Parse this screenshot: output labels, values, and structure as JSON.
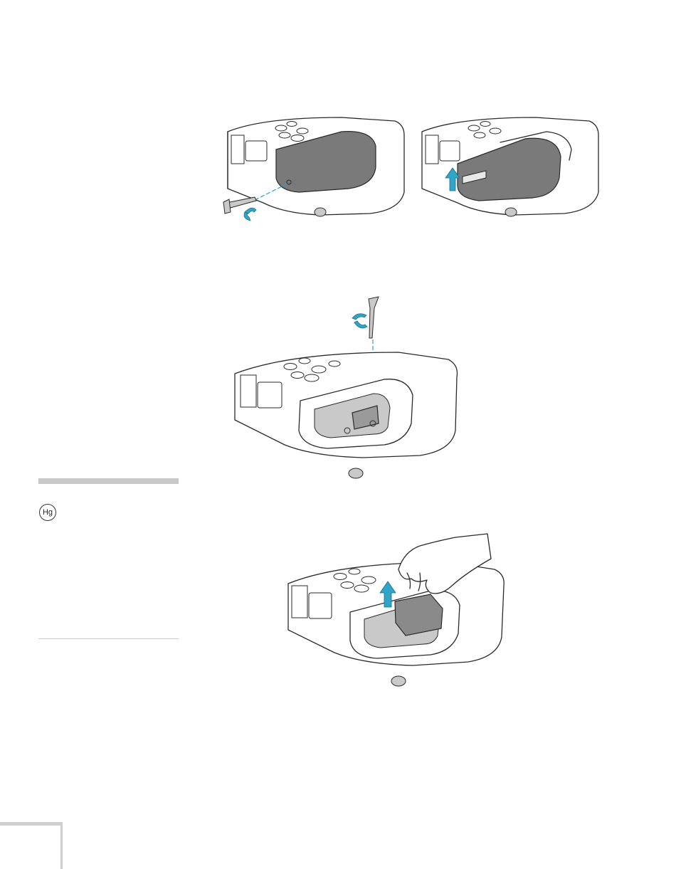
{
  "note_box": {
    "icon_text": "Hg",
    "icon_name": "mercury-hg-icon"
  },
  "colors": {
    "accent_cyan": "#2fa6c7",
    "cover_grey": "#7a7a7a",
    "rule_grey": "#c8c8c8"
  },
  "figures": [
    {
      "id": "loosen-cover-screw",
      "shows": "screwdriver-icon"
    },
    {
      "id": "lift-lamp-cover",
      "shows": "up-arrow-icon"
    },
    {
      "id": "loosen-lamp-screws",
      "shows": "screwdriver-icon"
    },
    {
      "id": "pull-lamp-out",
      "shows": "hand-icon"
    }
  ]
}
